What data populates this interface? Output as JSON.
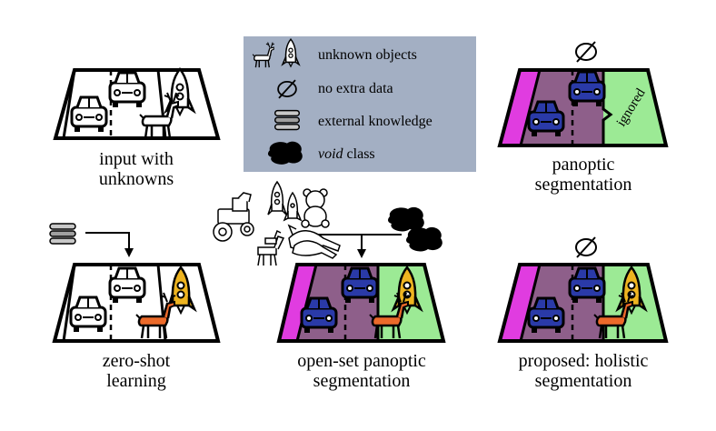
{
  "legend": {
    "unknown_objects": "unknown objects",
    "no_extra_data": "no extra data",
    "external_knowledge": "external knowledge",
    "void_class_italic": "void",
    "void_class_rest": " class"
  },
  "panels": {
    "input": {
      "line1": "input with",
      "line2": "unknowns"
    },
    "panoptic": {
      "line1": "panoptic",
      "line2": "segmentation",
      "ignored_label": "ignored"
    },
    "zero_shot": {
      "line1": "zero-shot",
      "line2": "learning"
    },
    "open_set": {
      "line1": "open-set panoptic",
      "line2": "segmentation"
    },
    "holistic": {
      "line1": "proposed: holistic",
      "line2": "segmentation"
    }
  },
  "colors": {
    "legend_bg": "#a3afc3",
    "sidewalk_magenta": "#e03ce0",
    "road_purple": "#8e5f8a",
    "vegetation_green": "#9cea95",
    "car_blue": "#2a3aa8",
    "deer_orange": "#ec6a2a",
    "rocket_yellow": "#eeb420"
  }
}
